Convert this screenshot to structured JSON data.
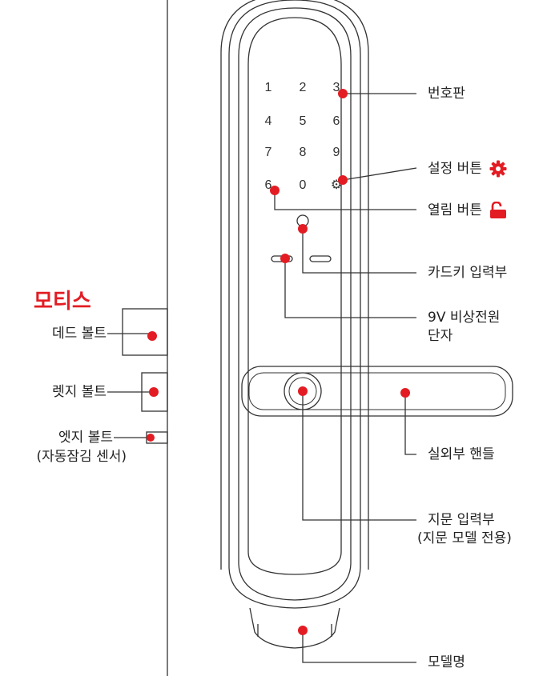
{
  "brand": "모티스",
  "left_labels": {
    "deadbolt": "데드 볼트",
    "latch_bolt": "렛지 볼트",
    "edge_bolt": "엣지 볼트",
    "edge_bolt_note": "(자동잠김 센서)"
  },
  "right_labels": {
    "keypad": "번호판",
    "settings_button": "설정 버튼",
    "open_button": "열림 버튼",
    "card_reader": "카드키 입력부",
    "battery_terminal_line1": "9V 비상전원",
    "battery_terminal_line2": "단자",
    "outdoor_handle": "실외부 핸들",
    "fingerprint_line1": "지문 입력부",
    "fingerprint_line2": "(지문 모델 전용)",
    "model_name": "모델명"
  },
  "keypad_keys": [
    "1",
    "2",
    "3",
    "4",
    "5",
    "6",
    "7",
    "8",
    "9",
    "6",
    "0",
    "⚙"
  ],
  "icons": {
    "settings": "gear-icon",
    "open": "unlock-icon"
  },
  "colors": {
    "accent": "#e31c23",
    "line": "#333333"
  }
}
